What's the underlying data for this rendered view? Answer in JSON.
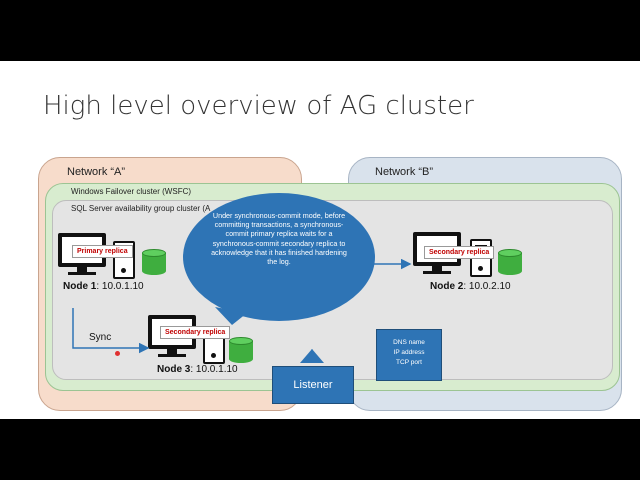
{
  "slide": {
    "title": "High level overview of AG cluster"
  },
  "networks": {
    "a_label": "Network “A”",
    "b_label": "Network “B”"
  },
  "clusters": {
    "wsfc_label": "Windows Failover cluster (WSFC)",
    "ag_label": "SQL Server availability group cluster (A"
  },
  "nodes": [
    {
      "name": "Node 1",
      "ip": ": 10.0.1.10",
      "replica": "Primary replica"
    },
    {
      "name": "Node 2",
      "ip": ": 10.0.2.10",
      "replica": "Secondary replica"
    },
    {
      "name": "Node 3",
      "ip": ": 10.0.1.10",
      "replica": "Secondary replica"
    }
  ],
  "sync_label": "Sync",
  "callout": {
    "text": "Under synchronous-commit mode, before committing transactions, a synchronous-commit primary replica waits for a synchronous-commit secondary replica to acknowledge that it has finished hardening the log."
  },
  "listener": {
    "label": "Listener",
    "details": [
      "DNS name",
      "IP address",
      "TCP port"
    ]
  },
  "colors": {
    "network_a": "#f7dccb",
    "network_b": "#d9e2ec",
    "wsfc": "#d8eccf",
    "ag": "#e4e4e4",
    "accent_blue": "#2e74b5",
    "database_green": "#3fae3f",
    "replica_label_red": "#c00000"
  }
}
